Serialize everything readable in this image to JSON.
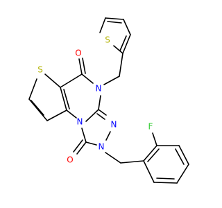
{
  "colors": {
    "bond": "#000000",
    "oxygen": "#FF0000",
    "nitrogen": "#0000FF",
    "sulfur": "#B2B200",
    "fluorine": "#33CC33",
    "background": "#FFFFFF"
  },
  "atoms": {
    "o1": "O",
    "o2": "O",
    "n1": "N",
    "n2": "N",
    "n3": "N",
    "n4": "N",
    "s1": "S",
    "s2": "S",
    "f1": "F"
  }
}
